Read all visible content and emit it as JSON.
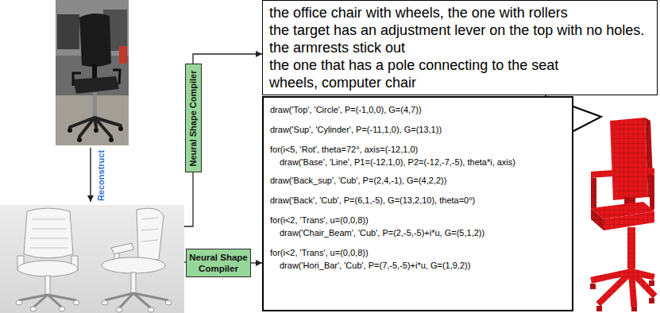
{
  "diagram": {
    "nodes": [
      {
        "text": [
          "the office chair with wheels, the one with rollers",
          "the target has an adjustment lever on the top with no holes. the armrests stick out",
          "the one that has a pole connecting to the seat",
          "wheels, computer chair"
        ]
      },
      {
        "text": [
          "Neural Shape Compiler"
        ]
      },
      {
        "text": [
          "draw('Top', 'Circle', P=(-1,0,0), G=(4,7))",
          "draw('Sup', 'Cylinder', P=(-11,1,0), G=(13,1))",
          "for(i<5, 'Rot', theta=72°, axis=(-12,1,0)",
          "draw('Base', 'Line', P1=(-12,1,0), P2=(-12,-7,-5), theta*i, axis)",
          "draw('Back_sup', 'Cub', P=(2,4,-1), G=(4,2,2))",
          "draw('Back', 'Cub', P=(6,1,-5), G=(13,2,10), theta=0°)",
          "for(i<2, 'Trans', u=(0,0,8))",
          "draw('Chair_Beam', 'Cub', P=(2,-5,-5)+i*u, G=(5,1,2))",
          "for(i<2, 'Trans', u=(0,0,8))",
          "draw('Hori_Bar', 'Cub', P=(7,-5,-5)+i*u, G=(1,9,2))"
        ]
      },
      {
        "text": [
          "Neural Shape Compiler"
        ]
      }
    ],
    "edges": [
      {
        "from": 1,
        "to": 0,
        "arrow": "to"
      },
      {
        "from": 3,
        "to": 2,
        "arrow": "to"
      }
    ],
    "labels": [
      "Reconstruct"
    ]
  }
}
